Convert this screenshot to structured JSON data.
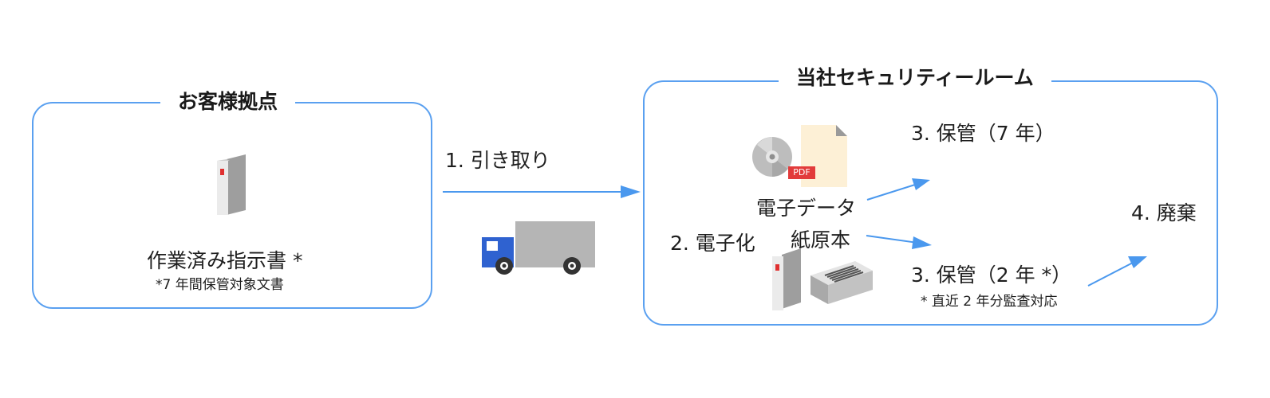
{
  "customer_site": {
    "title": "お客様拠点",
    "document_label": "作業済み指示書 *",
    "document_note": "*7 年間保管対象文書"
  },
  "transfer": {
    "label": "1. 引き取り"
  },
  "security_room": {
    "title": "当社セキュリティールーム",
    "step_digitize": "2. 電子化",
    "electronic_label": "電子データ",
    "paper_label": "紙原本",
    "electronic_storage": "3. 保管（7 年）",
    "paper_storage": "3. 保管（2 年 *）",
    "paper_storage_note": "* 直近 2 年分監査対応",
    "disposal": "4. 廃棄",
    "pdf_badge": "PDF"
  },
  "colors": {
    "border": "#5aa0f0",
    "arrow": "#4a98ee",
    "truck_gray": "#b5b5b5",
    "truck_blue": "#2f62d0",
    "binder_red": "#e03030"
  },
  "icons": [
    "binder-icon",
    "truck-icon",
    "disc-icon",
    "pdf-file-icon",
    "document-box-icon"
  ]
}
